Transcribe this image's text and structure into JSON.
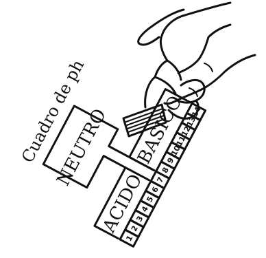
{
  "title": "Cuadro de ph",
  "regions": {
    "acid": "ACIDO",
    "neutral": "NEUTRO",
    "basic": "BASICO"
  },
  "scale": [
    "1",
    "2",
    "3",
    "4",
    "5",
    "6",
    "7",
    "8",
    "9",
    "10",
    "11",
    "12",
    "13",
    "14"
  ],
  "illustration": "hand-holding-ph-test-strip"
}
